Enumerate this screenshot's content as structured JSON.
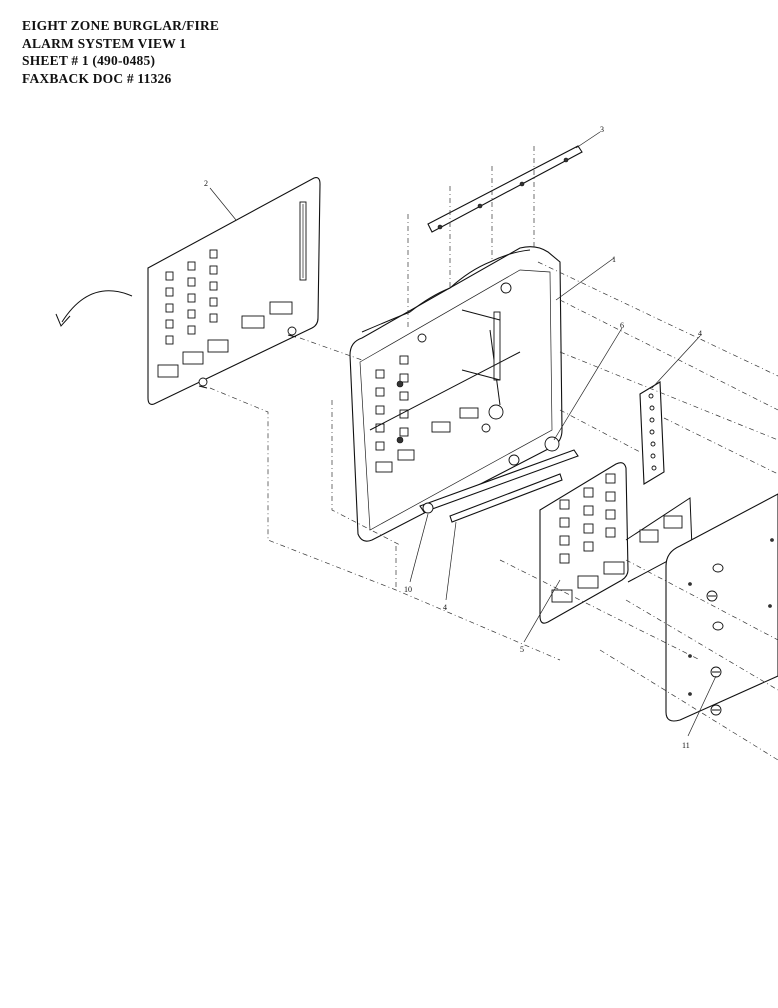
{
  "header": {
    "line1": "EIGHT ZONE BURGLAR/FIRE",
    "line2": "ALARM SYSTEM VIEW 1",
    "line3": "SHEET # 1  (490-0485)",
    "line4": "FAXBACK DOC # 11326"
  },
  "callouts": {
    "c1": "1",
    "c2": "2",
    "c3": "3",
    "c4a": "4",
    "c4b": "4",
    "c5": "5",
    "c6": "6",
    "c10": "10",
    "c11": "11"
  }
}
